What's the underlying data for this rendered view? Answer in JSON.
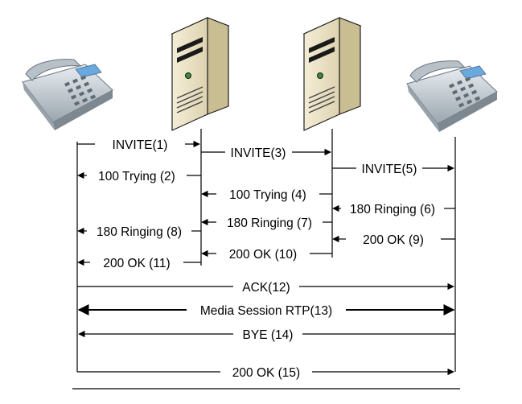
{
  "diagram": {
    "type": "sip-call-flow",
    "nodes": [
      {
        "id": "phone-a",
        "icon": "desk-phone-icon"
      },
      {
        "id": "proxy-1",
        "icon": "server-tower-icon"
      },
      {
        "id": "proxy-2",
        "icon": "server-tower-icon"
      },
      {
        "id": "phone-b",
        "icon": "desk-phone-icon"
      }
    ],
    "messages": [
      {
        "label": "INVITE(1)",
        "from": "phone-a",
        "to": "proxy-1"
      },
      {
        "label": "INVITE(3)",
        "from": "proxy-1",
        "to": "proxy-2"
      },
      {
        "label": "INVITE(5)",
        "from": "proxy-2",
        "to": "phone-b"
      },
      {
        "label": "100 Trying (2)",
        "from": "proxy-1",
        "to": "phone-a"
      },
      {
        "label": "100 Trying (4)",
        "from": "proxy-2",
        "to": "proxy-1"
      },
      {
        "label": "180 Ringing (6)",
        "from": "phone-b",
        "to": "proxy-2"
      },
      {
        "label": "180 Ringing (7)",
        "from": "proxy-2",
        "to": "proxy-1"
      },
      {
        "label": "180 Ringing (8)",
        "from": "proxy-1",
        "to": "phone-a"
      },
      {
        "label": "200 OK (9)",
        "from": "phone-b",
        "to": "proxy-2"
      },
      {
        "label": "200 OK (10)",
        "from": "proxy-2",
        "to": "proxy-1"
      },
      {
        "label": "200 OK (11)",
        "from": "proxy-1",
        "to": "phone-a"
      },
      {
        "label": "ACK(12)",
        "from": "phone-a",
        "to": "phone-b"
      },
      {
        "label": "Media Session RTP(13)",
        "from": "phone-a",
        "to": "phone-b",
        "bidirectional": true
      },
      {
        "label": "BYE (14)",
        "from": "phone-b",
        "to": "phone-a"
      },
      {
        "label": "200 OK (15)",
        "from": "phone-a",
        "to": "phone-b"
      }
    ],
    "colors": {
      "line": "#000000",
      "server_body": "#ece3c6",
      "server_side": "#c9bd92",
      "phone_body": "#cfd6dc",
      "phone_screen": "#6aa8e0"
    }
  }
}
